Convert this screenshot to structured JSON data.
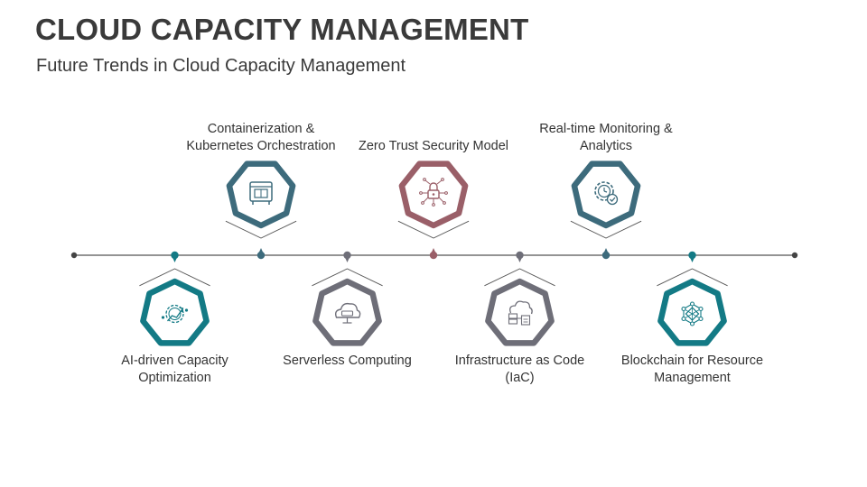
{
  "header": {
    "title": "CLOUD CAPACITY MANAGEMENT",
    "subtitle": "Future Trends in Cloud Capacity Management"
  },
  "colors": {
    "teal": "#137a85",
    "slate": "#3d6b7c",
    "gray": "#6e6e78",
    "rose": "#9a5f68",
    "line": "#555555"
  },
  "items": [
    {
      "label": "AI-driven Capacity Optimization",
      "position": "below",
      "color": "#137a85",
      "icon": "gear-network-icon"
    },
    {
      "label": "Containerization & Kubernetes Orchestration",
      "position": "above",
      "color": "#3d6b7c",
      "icon": "container-icon"
    },
    {
      "label": "Serverless Computing",
      "position": "below",
      "color": "#6e6e78",
      "icon": "cloud-server-icon"
    },
    {
      "label": "Zero Trust Security Model",
      "position": "above",
      "color": "#9a5f68",
      "icon": "lock-circuit-icon"
    },
    {
      "label": "Infrastructure as Code (IaC)",
      "position": "below",
      "color": "#6e6e78",
      "icon": "cloud-code-icon"
    },
    {
      "label": "Real-time Monitoring & Analytics",
      "position": "above",
      "color": "#3d6b7c",
      "icon": "gear-check-icon"
    },
    {
      "label": "Blockchain for Resource Management",
      "position": "below",
      "color": "#137a85",
      "icon": "blockchain-icon"
    }
  ]
}
